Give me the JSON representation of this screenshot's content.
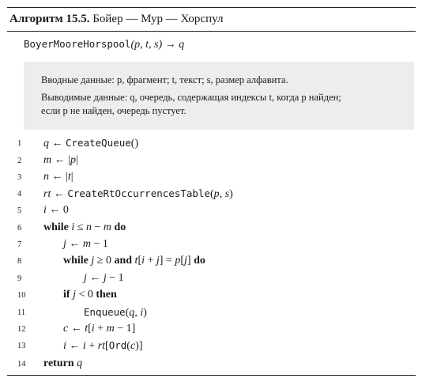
{
  "header": {
    "label": "Алгоритм 15.5.",
    "name": "Бойер — Мур — Хорспул"
  },
  "signature": {
    "func": "BoyerMooreHorspool",
    "params": "(p, t, s)",
    "arrow": "→",
    "result": "q"
  },
  "description": {
    "input": "Вводные данные: p, фрагмент; t, текст; s, размер алфавита.",
    "output_line1": "Выводимые данные: q, очередь, содержащая индексы t, когда p найден;",
    "output_line2": "если p не найден, очередь пустует."
  },
  "lines": [
    {
      "n": "1",
      "text": "q ← CreateQueue()"
    },
    {
      "n": "2",
      "text": "m ← |p|"
    },
    {
      "n": "3",
      "text": "n ← |t|"
    },
    {
      "n": "4",
      "text": "rt ← CreateRtOccurrencesTable(p, s)"
    },
    {
      "n": "5",
      "text": "i ← 0"
    },
    {
      "n": "6",
      "text": "while i ≤ n − m do"
    },
    {
      "n": "7",
      "text": "j ← m − 1"
    },
    {
      "n": "8",
      "text": "while j ≥ 0 and t[i + j] = p[j] do"
    },
    {
      "n": "9",
      "text": "j ← j − 1"
    },
    {
      "n": "10",
      "text": "if j < 0 then"
    },
    {
      "n": "11",
      "text": "Enqueue(q, i)"
    },
    {
      "n": "12",
      "text": "c ← t[i + m − 1]"
    },
    {
      "n": "13",
      "text": "i ← i + rt[Ord(c)]"
    },
    {
      "n": "14",
      "text": "return q"
    }
  ]
}
